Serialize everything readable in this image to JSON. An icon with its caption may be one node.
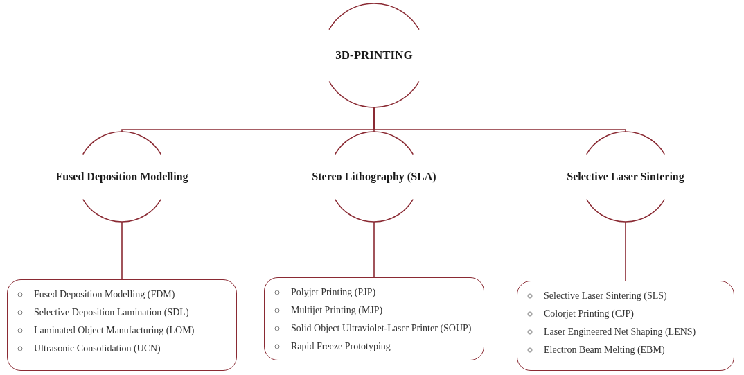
{
  "diagram": {
    "nodes": [
      {
        "text": [
          "3D-PRINTING"
        ]
      },
      {
        "text": [
          "Fused Deposition Modelling"
        ]
      },
      {
        "text": [
          "Stereo Lithography (SLA)"
        ]
      },
      {
        "text": [
          "Selective Laser Sintering"
        ]
      },
      {
        "text": [
          "Fused Deposition Modelling (FDM)",
          "Selective Deposition Lamination (SDL)",
          "Laminated Object Manufacturing (LOM)",
          "Ultrasonic Consolidation (UCN)"
        ]
      },
      {
        "text": [
          "Polyjet Printing (PJP)",
          "Multijet Printing (MJP)",
          "Solid Object Ultraviolet-Laser Printer (SOUP)",
          "Rapid Freeze Prototyping"
        ]
      },
      {
        "text": [
          "Selective Laser Sintering (SLS)",
          "Colorjet Printing (CJP)",
          "Laser Engineered Net Shaping (LENS)",
          "Electron Beam Melting (EBM)"
        ]
      }
    ],
    "edges": [
      {
        "from": 0,
        "to": 1,
        "arrow": "none"
      },
      {
        "from": 0,
        "to": 2,
        "arrow": "none"
      },
      {
        "from": 0,
        "to": 3,
        "arrow": "none"
      },
      {
        "from": 1,
        "to": 4,
        "arrow": "none"
      },
      {
        "from": 2,
        "to": 5,
        "arrow": "none"
      },
      {
        "from": 3,
        "to": 6,
        "arrow": "none"
      }
    ]
  }
}
